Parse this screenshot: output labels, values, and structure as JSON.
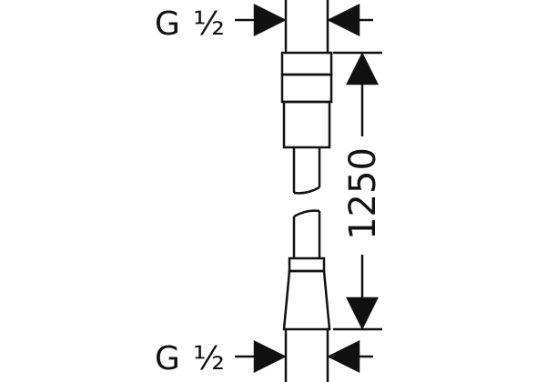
{
  "drawing": {
    "thread_top": {
      "letter": "G",
      "size": "½"
    },
    "thread_bottom": {
      "letter": "G",
      "size": "½"
    },
    "length_dimension": "1250",
    "colors": {
      "stroke": "#111111",
      "background": "#ffffff"
    }
  }
}
